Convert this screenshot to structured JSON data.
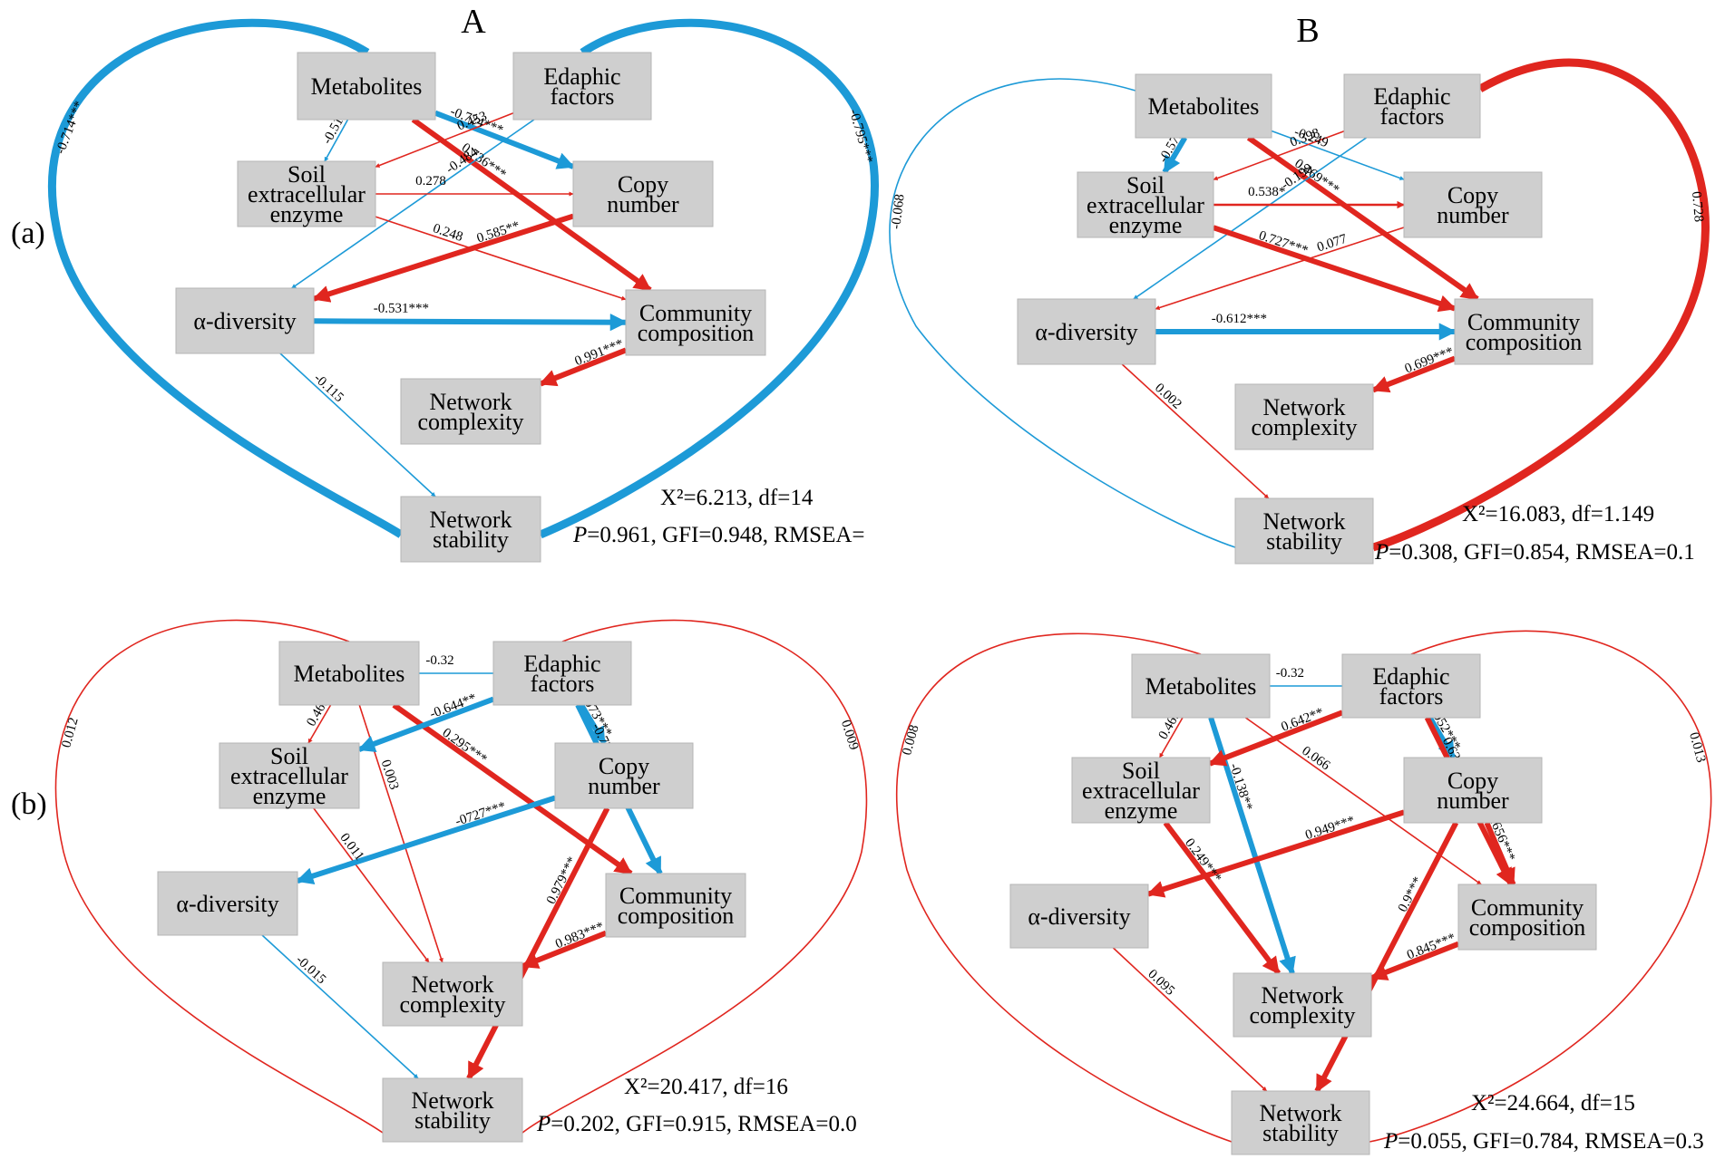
{
  "colors": {
    "positive": "#e0261f",
    "negative": "#1d9ad7",
    "node_fill": "#cfcfcf",
    "node_stroke": "#b4b4b4"
  },
  "column_labels": {
    "A": "A",
    "B": "B"
  },
  "row_labels": {
    "a": "(a)",
    "b": "(b)"
  },
  "panels": [
    {
      "id": "Aa",
      "nodes": [
        {
          "id": "metabolites",
          "lines": [
            "Metabolites"
          ]
        },
        {
          "id": "edaphic",
          "lines": [
            "Edaphic",
            "factors"
          ]
        },
        {
          "id": "enzyme",
          "lines": [
            "Soil",
            "extracellular",
            "enzyme"
          ]
        },
        {
          "id": "copy",
          "lines": [
            "Copy",
            "number"
          ]
        },
        {
          "id": "alpha",
          "lines": [
            "α-diversity"
          ]
        },
        {
          "id": "community",
          "lines": [
            "Community",
            "composition"
          ]
        },
        {
          "id": "complexity",
          "lines": [
            "Network",
            "complexity"
          ]
        },
        {
          "id": "stability",
          "lines": [
            "Network",
            "stability"
          ]
        }
      ],
      "paths": [
        {
          "from": "metabolites",
          "to": "enzyme",
          "coef": "-0.517",
          "sign": "negative",
          "weight": "thin"
        },
        {
          "from": "metabolites",
          "to": "copy",
          "coef": "-0.724***",
          "sign": "negative",
          "weight": "thick"
        },
        {
          "from": "metabolites",
          "to": "community",
          "coef": "0.736***",
          "sign": "positive",
          "weight": "thick"
        },
        {
          "from": "edaphic",
          "to": "enzyme",
          "coef": "0.453",
          "sign": "positive",
          "weight": "thin"
        },
        {
          "from": "edaphic",
          "to": "alpha",
          "coef": "-0.484",
          "sign": "negative",
          "weight": "thin"
        },
        {
          "from": "enzyme",
          "to": "copy",
          "coef": "0.278",
          "sign": "positive",
          "weight": "thin"
        },
        {
          "from": "enzyme",
          "to": "community",
          "coef": "0.248",
          "sign": "positive",
          "weight": "thin"
        },
        {
          "from": "copy",
          "to": "alpha",
          "coef": "0.585**",
          "sign": "positive",
          "weight": "thick"
        },
        {
          "from": "alpha",
          "to": "community",
          "coef": "-0.531***",
          "sign": "negative",
          "weight": "thick"
        },
        {
          "from": "community",
          "to": "complexity",
          "coef": "0.991***",
          "sign": "positive",
          "weight": "thick"
        },
        {
          "from": "alpha",
          "to": "stability",
          "coef": "-0.115",
          "sign": "negative",
          "weight": "thin"
        },
        {
          "from": "metabolites",
          "to": "stability",
          "coef": "-0.714***",
          "sign": "negative",
          "weight": "heavy",
          "curve": "left"
        },
        {
          "from": "edaphic",
          "to": "stability",
          "coef": "-0.795***",
          "sign": "negative",
          "weight": "heavy",
          "curve": "right"
        }
      ],
      "fit": {
        "chi_line": "X²=6.213, df=14",
        "p_label": "P",
        "p_line": "=0.961, GFI=0.948, RMSEA="
      }
    },
    {
      "id": "Ba",
      "nodes": [
        {
          "id": "metabolites",
          "lines": [
            "Metabolites"
          ]
        },
        {
          "id": "edaphic",
          "lines": [
            "Edaphic",
            "factors"
          ]
        },
        {
          "id": "enzyme",
          "lines": [
            "Soil",
            "extracellular",
            "enzyme"
          ]
        },
        {
          "id": "copy",
          "lines": [
            "Copy",
            "number"
          ]
        },
        {
          "id": "alpha",
          "lines": [
            "α-diversity"
          ]
        },
        {
          "id": "community",
          "lines": [
            "Community",
            "composition"
          ]
        },
        {
          "id": "complexity",
          "lines": [
            "Network",
            "complexity"
          ]
        },
        {
          "id": "stability",
          "lines": [
            "Network",
            "stability"
          ]
        }
      ],
      "paths": [
        {
          "from": "metabolites",
          "to": "enzyme",
          "coef": "-0.573*",
          "sign": "negative",
          "weight": "thick"
        },
        {
          "from": "metabolites",
          "to": "copy",
          "coef": "-0.249",
          "sign": "negative",
          "weight": "thin"
        },
        {
          "from": "metabolites",
          "to": "community",
          "coef": "0.469***",
          "sign": "positive",
          "weight": "thick"
        },
        {
          "from": "edaphic",
          "to": "enzyme",
          "coef": "0.398",
          "sign": "positive",
          "weight": "thin"
        },
        {
          "from": "edaphic",
          "to": "alpha",
          "coef": "-0.199",
          "sign": "negative",
          "weight": "thin"
        },
        {
          "from": "enzyme",
          "to": "copy",
          "coef": "0.538*",
          "sign": "positive",
          "weight": "mid"
        },
        {
          "from": "enzyme",
          "to": "community",
          "coef": "0.727***",
          "sign": "positive",
          "weight": "thick"
        },
        {
          "from": "copy",
          "to": "alpha",
          "coef": "0.077",
          "sign": "positive",
          "weight": "thin"
        },
        {
          "from": "alpha",
          "to": "community",
          "coef": "-0.612***",
          "sign": "negative",
          "weight": "thick"
        },
        {
          "from": "community",
          "to": "complexity",
          "coef": "0.699***",
          "sign": "positive",
          "weight": "thick"
        },
        {
          "from": "alpha",
          "to": "stability",
          "coef": "0.002",
          "sign": "positive",
          "weight": "thin"
        },
        {
          "from": "metabolites",
          "to": "stability",
          "coef": "-0.068",
          "sign": "negative",
          "weight": "thin",
          "curve": "left"
        },
        {
          "from": "edaphic",
          "to": "stability",
          "coef": "0.728",
          "sign": "positive",
          "weight": "heavy",
          "curve": "right"
        }
      ],
      "fit": {
        "chi_line": "X²=16.083, df=1.149",
        "p_label": "P",
        "p_line": "=0.308, GFI=0.854, RMSEA=0.1"
      }
    },
    {
      "id": "Ab",
      "nodes": [
        {
          "id": "metabolites",
          "lines": [
            "Metabolites"
          ]
        },
        {
          "id": "edaphic",
          "lines": [
            "Edaphic",
            "factors"
          ]
        },
        {
          "id": "enzyme",
          "lines": [
            "Soil",
            "extracellular",
            "enzyme"
          ]
        },
        {
          "id": "copy",
          "lines": [
            "Copy",
            "number"
          ]
        },
        {
          "id": "alpha",
          "lines": [
            "α-diversity"
          ]
        },
        {
          "id": "community",
          "lines": [
            "Community",
            "composition"
          ]
        },
        {
          "id": "complexity",
          "lines": [
            "Network",
            "complexity"
          ]
        },
        {
          "id": "stability",
          "lines": [
            "Network",
            "stability"
          ]
        }
      ],
      "paths": [
        {
          "from": "metabolites",
          "to": "edaphic",
          "coef": "-0.32",
          "sign": "negative",
          "weight": "thin"
        },
        {
          "from": "metabolites",
          "to": "enzyme",
          "coef": "0.469",
          "sign": "positive",
          "weight": "thin"
        },
        {
          "from": "metabolites",
          "to": "community",
          "coef": "0.295***",
          "sign": "positive",
          "weight": "thick"
        },
        {
          "from": "metabolites",
          "to": "complexity",
          "coef": "0.003",
          "sign": "positive",
          "weight": "thin"
        },
        {
          "from": "edaphic",
          "to": "enzyme",
          "coef": "-0.644**",
          "sign": "negative",
          "weight": "thick"
        },
        {
          "from": "edaphic",
          "to": "copy",
          "coef": "-0.973***",
          "sign": "negative",
          "weight": "thick"
        },
        {
          "from": "edaphic",
          "to": "community",
          "coef": "-0.724***",
          "sign": "negative",
          "weight": "thick"
        },
        {
          "from": "enzyme",
          "to": "complexity",
          "coef": "0.011",
          "sign": "positive",
          "weight": "thin"
        },
        {
          "from": "copy",
          "to": "alpha",
          "coef": "-0727***",
          "sign": "negative",
          "weight": "thick"
        },
        {
          "from": "copy",
          "to": "stability",
          "coef": "0.979***",
          "sign": "positive",
          "weight": "thick"
        },
        {
          "from": "community",
          "to": "complexity",
          "coef": "0.983***",
          "sign": "positive",
          "weight": "thick"
        },
        {
          "from": "alpha",
          "to": "stability",
          "coef": "-0.015",
          "sign": "negative",
          "weight": "thin"
        },
        {
          "from": "metabolites",
          "to": "stability",
          "coef": "0.012",
          "sign": "positive",
          "weight": "thin",
          "curve": "left"
        },
        {
          "from": "edaphic",
          "to": "stability",
          "coef": "0.009",
          "sign": "positive",
          "weight": "thin",
          "curve": "right"
        }
      ],
      "fit": {
        "chi_line": "X²=20.417, df=16",
        "p_label": "P",
        "p_line": "=0.202, GFI=0.915, RMSEA=0.0"
      }
    },
    {
      "id": "Bb",
      "nodes": [
        {
          "id": "metabolites",
          "lines": [
            "Metabolites"
          ]
        },
        {
          "id": "edaphic",
          "lines": [
            "Edaphic",
            "factors"
          ]
        },
        {
          "id": "enzyme",
          "lines": [
            "Soil",
            "extracellular",
            "enzyme"
          ]
        },
        {
          "id": "copy",
          "lines": [
            "Copy",
            "number"
          ]
        },
        {
          "id": "alpha",
          "lines": [
            "α-diversity"
          ]
        },
        {
          "id": "community",
          "lines": [
            "Community",
            "composition"
          ]
        },
        {
          "id": "complexity",
          "lines": [
            "Network",
            "complexity"
          ]
        },
        {
          "id": "stability",
          "lines": [
            "Network",
            "stability"
          ]
        }
      ],
      "paths": [
        {
          "from": "metabolites",
          "to": "edaphic",
          "coef": "-0.32",
          "sign": "negative",
          "weight": "thin"
        },
        {
          "from": "metabolites",
          "to": "enzyme",
          "coef": "0.465",
          "sign": "positive",
          "weight": "thin"
        },
        {
          "from": "metabolites",
          "to": "community",
          "coef": "0.066",
          "sign": "positive",
          "weight": "thin"
        },
        {
          "from": "metabolites",
          "to": "complexity",
          "coef": "-0.138**",
          "sign": "negative",
          "weight": "thick"
        },
        {
          "from": "edaphic",
          "to": "enzyme",
          "coef": "0.642**",
          "sign": "positive",
          "weight": "thick"
        },
        {
          "from": "edaphic",
          "to": "copy",
          "coef": "-0.952***",
          "sign": "negative",
          "weight": "thick"
        },
        {
          "from": "edaphic",
          "to": "community",
          "coef": "0.632***",
          "sign": "positive",
          "weight": "thick"
        },
        {
          "from": "enzyme",
          "to": "complexity",
          "coef": "0.249***",
          "sign": "positive",
          "weight": "thick"
        },
        {
          "from": "copy",
          "to": "alpha",
          "coef": "0.949***",
          "sign": "positive",
          "weight": "thick"
        },
        {
          "from": "copy",
          "to": "community",
          "coef": "0.656***",
          "sign": "positive",
          "weight": "thick"
        },
        {
          "from": "copy",
          "to": "stability",
          "coef": "0.9***",
          "sign": "positive",
          "weight": "thick"
        },
        {
          "from": "community",
          "to": "complexity",
          "coef": "0.845***",
          "sign": "positive",
          "weight": "thick"
        },
        {
          "from": "alpha",
          "to": "stability",
          "coef": "0.095",
          "sign": "positive",
          "weight": "thin"
        },
        {
          "from": "metabolites",
          "to": "stability",
          "coef": "0.008",
          "sign": "positive",
          "weight": "thin",
          "curve": "left"
        },
        {
          "from": "edaphic",
          "to": "stability",
          "coef": "0.013",
          "sign": "positive",
          "weight": "thin",
          "curve": "right"
        }
      ],
      "fit": {
        "chi_line": "X²=24.664, df=15",
        "p_label": "P",
        "p_line": "=0.055, GFI=0.784, RMSEA=0.3"
      }
    }
  ]
}
